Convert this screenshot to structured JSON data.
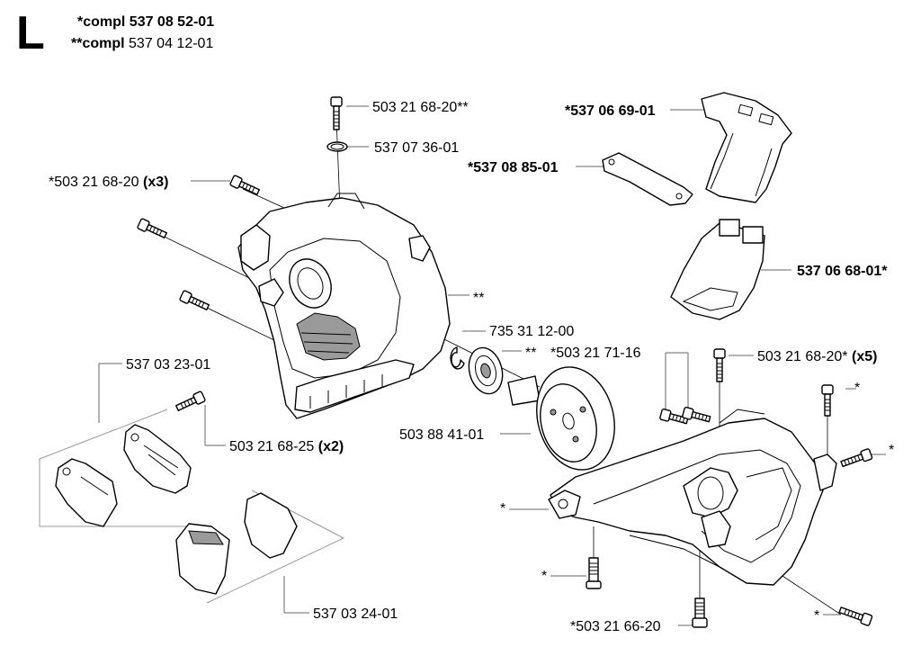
{
  "header": {
    "section_letter": "L",
    "compl_1": "*compl 537 08 52-01",
    "compl_2_prefix": "**compl",
    "compl_2_number": "537 04 12-01"
  },
  "labels": {
    "screw_top": "503 21 68-20**",
    "oring": "537 07 36-01",
    "screw_x3_num": "*503 21 68-20",
    "screw_x3_qty": "(x3)",
    "bracket_top": "*537 06 69-01",
    "plate": "*537 08 85-01",
    "cover": "537 06 68-01*",
    "double_star": "**",
    "circlip": "735 31 12-00",
    "bearing_star": "**",
    "screw_7116": "*503 21 71-16",
    "screw_x5_num": "503 21 68-20*",
    "screw_x5_qty": "(x5)",
    "clamp_upper": "537 03 23-01",
    "screw_x2_num": "503 21 68-25",
    "screw_x2_qty": "(x2)",
    "clutch_drum": "503 88 41-01",
    "clamp_lower": "537 03 24-01",
    "screw_bottom": "*503 21 66-20",
    "star_right_1": "*",
    "star_right_2": "*",
    "star_left": "*",
    "star_left_bottom": "*",
    "star_bottom_right": "*"
  }
}
